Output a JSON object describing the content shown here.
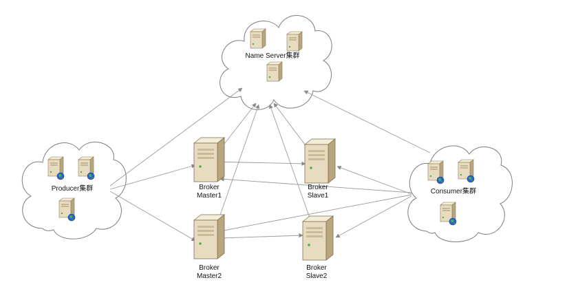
{
  "clusters": {
    "name_server": {
      "label": "Name Server集群"
    },
    "producer": {
      "label": "Producer集群"
    },
    "consumer": {
      "label": "Consumer集群"
    }
  },
  "brokers": {
    "master1": {
      "line1": "Broker",
      "line2": "Master1"
    },
    "slave1": {
      "line1": "Broker",
      "line2": "Slave1"
    },
    "master2": {
      "line1": "Broker",
      "line2": "Master2"
    },
    "slave2": {
      "line1": "Broker",
      "line2": "Slave2"
    }
  },
  "colors": {
    "server_body": "#e8dcc0",
    "server_side": "#b9a57e",
    "server_top": "#f3ecd9",
    "edge_line": "#9a9a9a",
    "cloud_stroke": "#7d7d7d",
    "globe_blue": "#2a63c9",
    "globe_green": "#4caf50"
  }
}
